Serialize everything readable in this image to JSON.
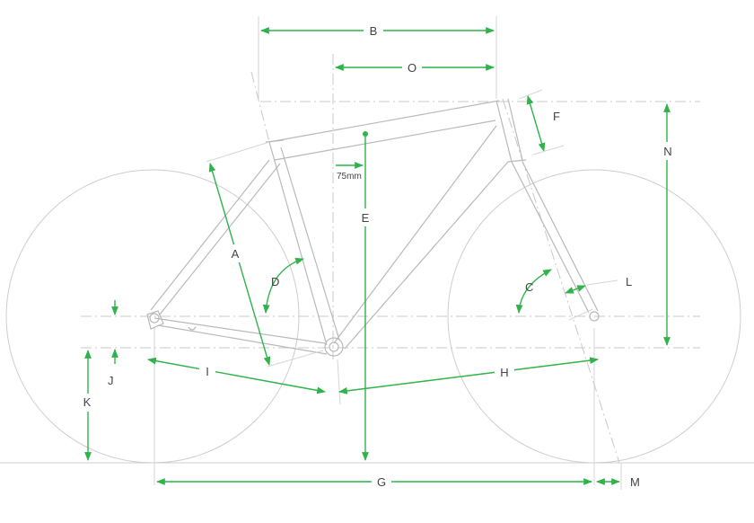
{
  "labels": {
    "A": "A",
    "B": "B",
    "C": "C",
    "D": "D",
    "E": "E",
    "F": "F",
    "G": "G",
    "H": "H",
    "I": "I",
    "J": "J",
    "K": "K",
    "L": "L",
    "M": "M",
    "N": "N",
    "O": "O"
  },
  "setback": "75mm",
  "colors": {
    "dimension": "#2fb34a",
    "frame": "#b9b9b9",
    "guide": "#c8c8c8"
  }
}
